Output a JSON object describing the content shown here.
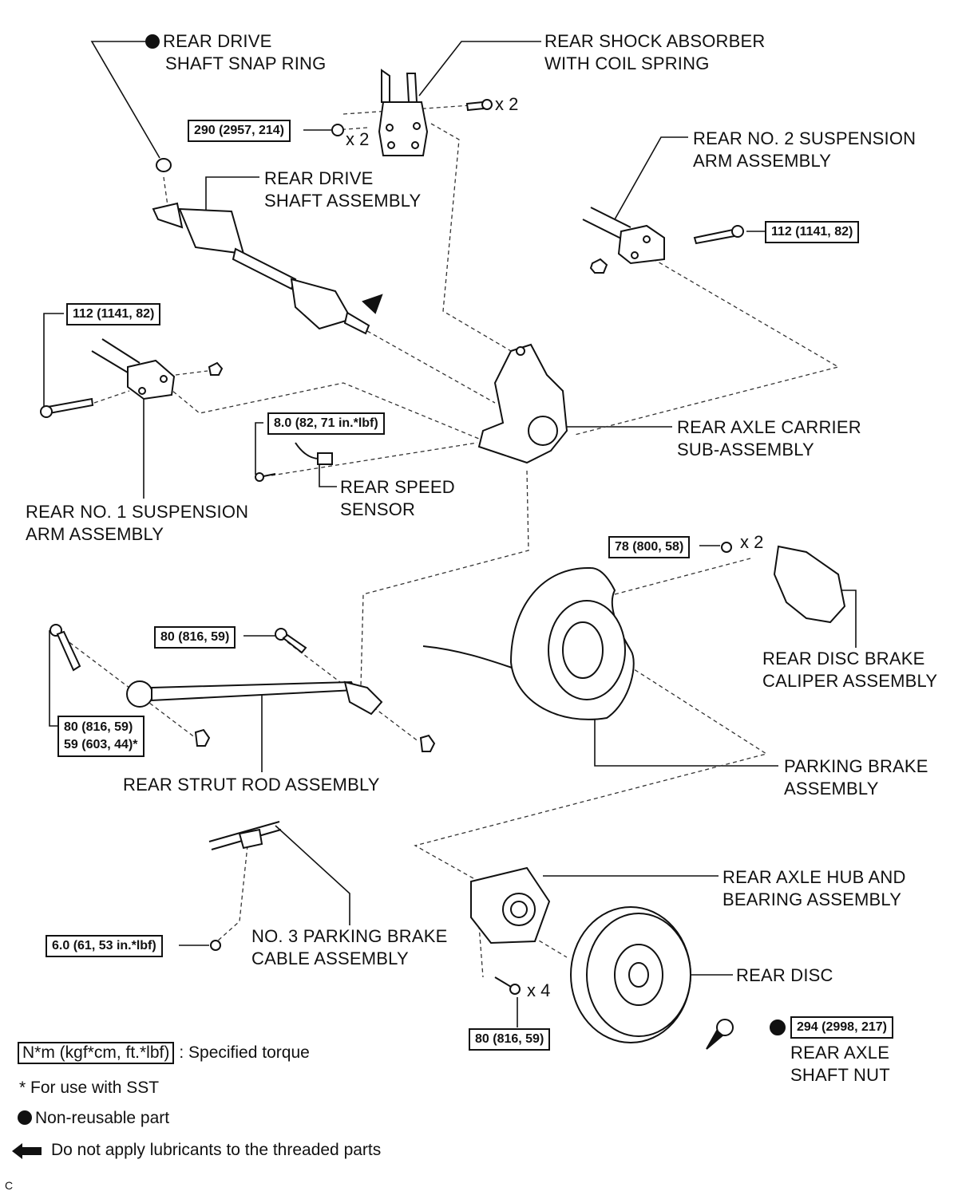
{
  "labels": {
    "snap_ring": [
      "REAR DRIVE",
      "SHAFT SNAP RING"
    ],
    "shock": [
      "REAR SHOCK ABSORBER",
      "WITH COIL SPRING"
    ],
    "no2_arm": [
      "REAR NO. 2 SUSPENSION",
      "ARM ASSEMBLY"
    ],
    "drive_shaft": [
      "REAR DRIVE",
      "SHAFT ASSEMBLY"
    ],
    "carrier": [
      "REAR AXLE CARRIER",
      "SUB-ASSEMBLY"
    ],
    "speed_sensor": [
      "REAR SPEED",
      "SENSOR"
    ],
    "no1_arm": [
      "REAR NO. 1 SUSPENSION",
      "ARM ASSEMBLY"
    ],
    "caliper": [
      "REAR DISC BRAKE",
      "CALIPER ASSEMBLY"
    ],
    "parking_brake": [
      "PARKING BRAKE",
      "ASSEMBLY"
    ],
    "strut_rod": [
      "REAR STRUT ROD ASSEMBLY"
    ],
    "hub": [
      "REAR AXLE HUB AND",
      "BEARING ASSEMBLY"
    ],
    "cable": [
      "NO. 3 PARKING BRAKE",
      "CABLE ASSEMBLY"
    ],
    "disc": [
      "REAR DISC"
    ],
    "shaft_nut": [
      "REAR AXLE",
      "SHAFT NUT"
    ]
  },
  "torques": {
    "shock_bolt": "290 (2957, 214)",
    "no2_arm_bolt": "112 (1141, 82)",
    "no1_arm_bolt": "112 (1141, 82)",
    "speed_sensor_bolt": "8.0 (82, 71 in.*lbf)",
    "caliper_bolt": "78 (800, 58)",
    "strut_rod_outer": "80 (816, 59)",
    "strut_rod_inner_a": "80 (816, 59)",
    "strut_rod_inner_b": "59 (603, 44)*",
    "cable_bolt": "6.0 (61, 53 in.*lbf)",
    "hub_bolt": "80 (816, 59)",
    "shaft_nut": "294 (2998, 217)"
  },
  "multipliers": {
    "shock_bolts": "x 2",
    "shock_nuts": "x 2",
    "caliper_bolts": "x 2",
    "hub_bolts": "x 4"
  },
  "legend": {
    "torque_box": "N*m (kgf*cm, ft.*lbf)",
    "torque_text": ": Specified torque",
    "sst": "* For use with SST",
    "non_reusable": "Non-reusable part",
    "no_lube": "Do not apply lubricants to the threaded parts"
  },
  "corner_code": "C"
}
